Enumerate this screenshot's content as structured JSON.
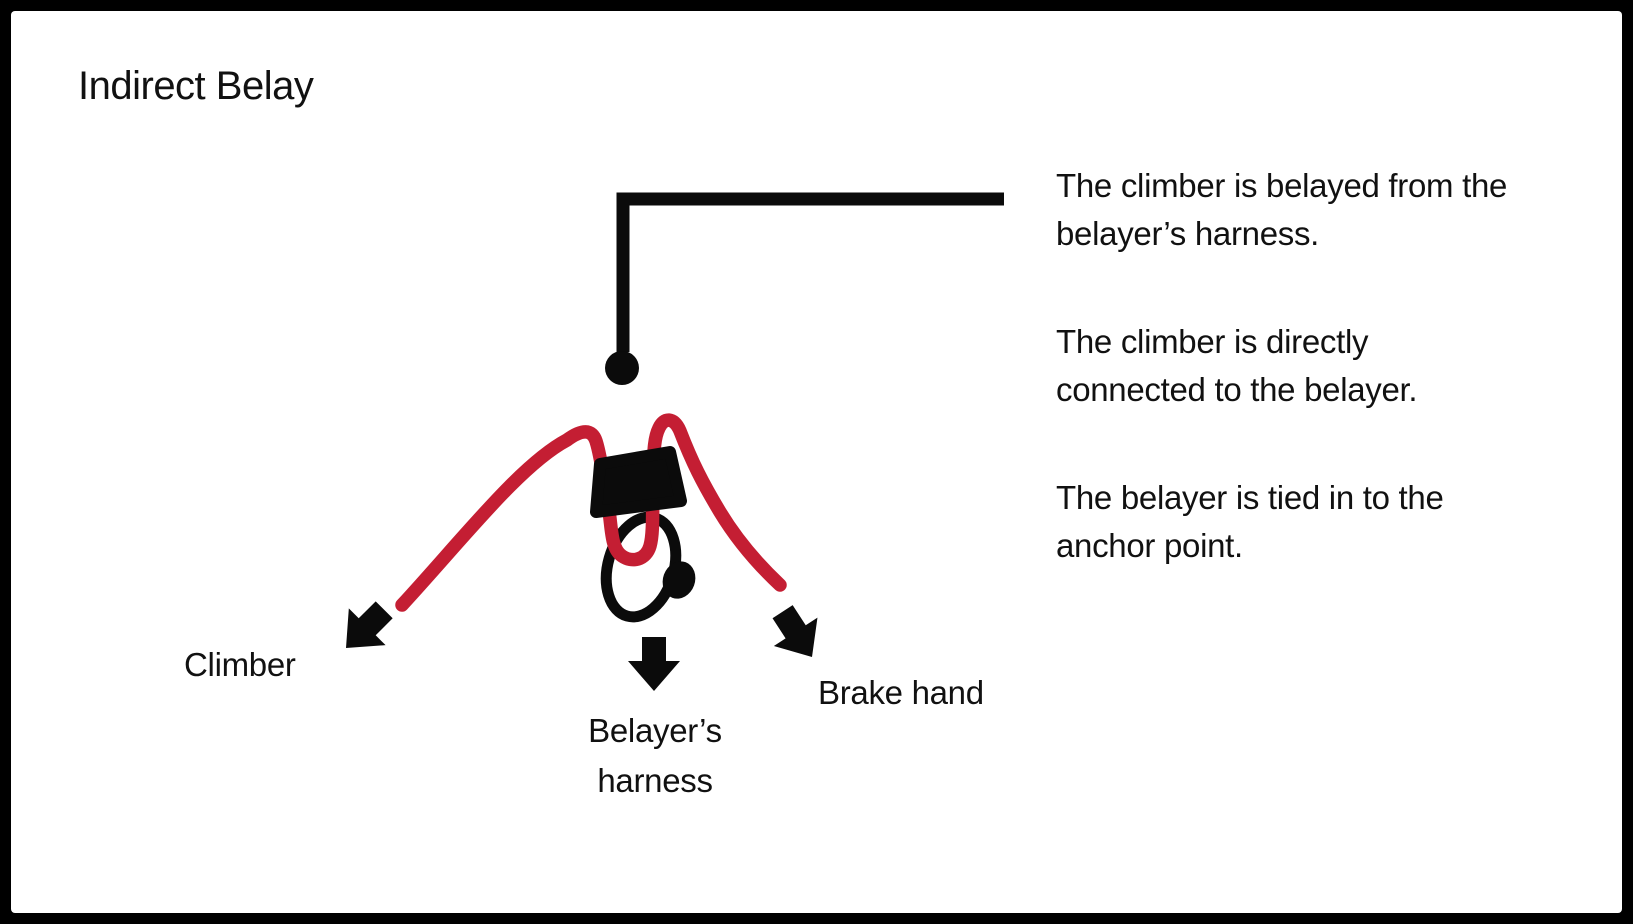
{
  "page": {
    "background": "#ffffff",
    "border_color": "#000000"
  },
  "title": "Indirect Belay",
  "diagram": {
    "colors": {
      "rope_red": "#c41e33",
      "ink_black": "#0b0b0b"
    },
    "labels": {
      "climber": "Climber",
      "belayers_harness": {
        "line1": "Belayer’s",
        "line2": "harness"
      },
      "brake_hand": "Brake hand"
    }
  },
  "notes": {
    "paragraphs": [
      {
        "line1": "The climber is belayed from the",
        "line2": "belayer’s harness."
      },
      {
        "line1": "The climber is directly",
        "line2": "connected to the belayer."
      },
      {
        "line1": "The belayer is tied in to the",
        "line2": "anchor point."
      }
    ]
  }
}
